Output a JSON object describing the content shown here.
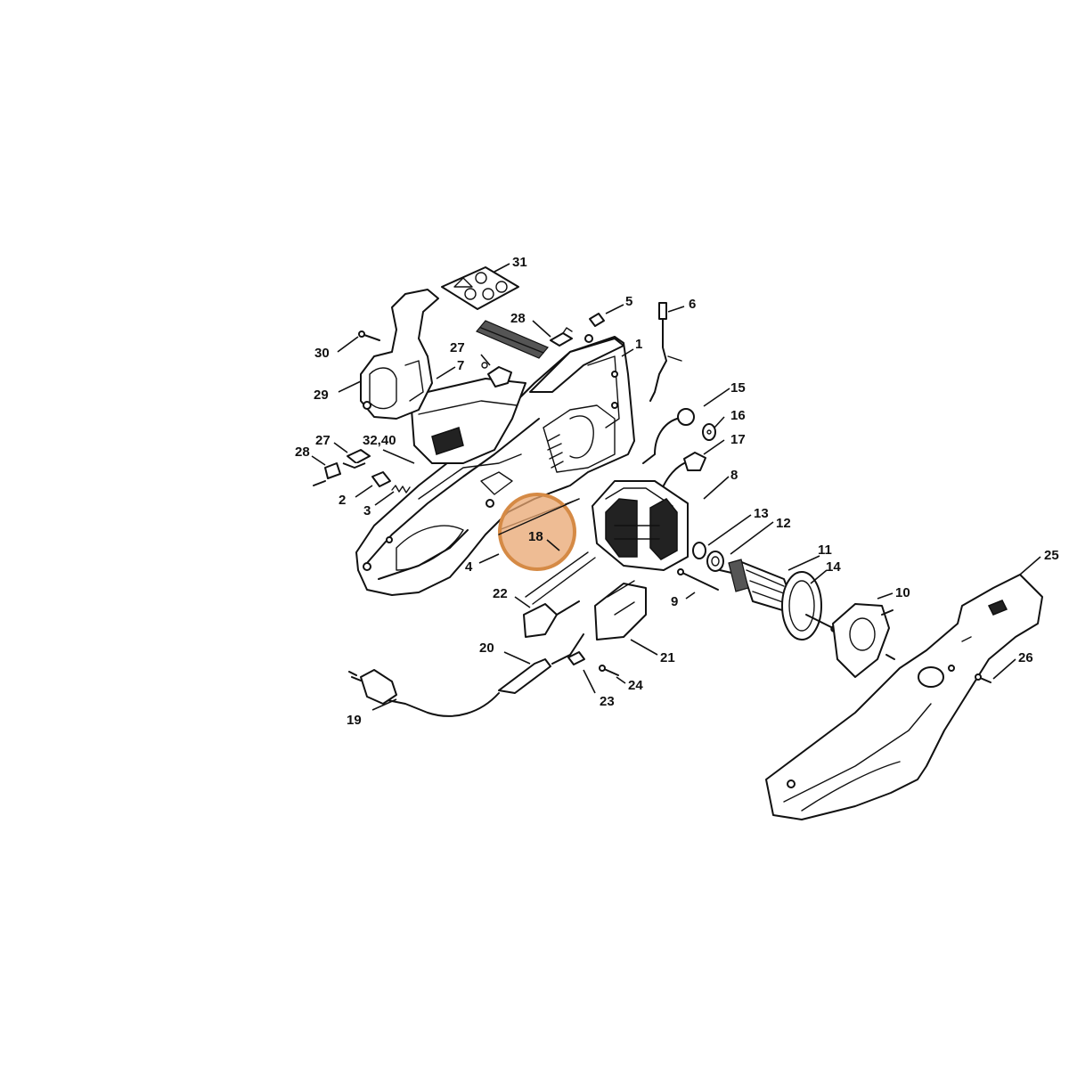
{
  "callouts": [
    {
      "id": "c1",
      "text": "1"
    },
    {
      "id": "c2",
      "text": "2"
    },
    {
      "id": "c3",
      "text": "3"
    },
    {
      "id": "c4",
      "text": "4"
    },
    {
      "id": "c5",
      "text": "5"
    },
    {
      "id": "c6",
      "text": "6"
    },
    {
      "id": "c7",
      "text": "7"
    },
    {
      "id": "c8",
      "text": "8"
    },
    {
      "id": "c9",
      "text": "9"
    },
    {
      "id": "c10",
      "text": "10"
    },
    {
      "id": "c11",
      "text": "11"
    },
    {
      "id": "c12",
      "text": "12"
    },
    {
      "id": "c13",
      "text": "13"
    },
    {
      "id": "c14",
      "text": "14"
    },
    {
      "id": "c15",
      "text": "15"
    },
    {
      "id": "c16",
      "text": "16"
    },
    {
      "id": "c17",
      "text": "17"
    },
    {
      "id": "c18",
      "text": "18"
    },
    {
      "id": "c19",
      "text": "19"
    },
    {
      "id": "c20",
      "text": "20"
    },
    {
      "id": "c21",
      "text": "21"
    },
    {
      "id": "c22",
      "text": "22"
    },
    {
      "id": "c23",
      "text": "23"
    },
    {
      "id": "c24",
      "text": "24"
    },
    {
      "id": "c25",
      "text": "25"
    },
    {
      "id": "c26",
      "text": "26"
    },
    {
      "id": "c27a",
      "text": "27"
    },
    {
      "id": "c27b",
      "text": "27"
    },
    {
      "id": "c28a",
      "text": "28"
    },
    {
      "id": "c28b",
      "text": "28"
    },
    {
      "id": "c29",
      "text": "29"
    },
    {
      "id": "c30",
      "text": "30"
    },
    {
      "id": "c31",
      "text": "31"
    },
    {
      "id": "c32",
      "text": "32,40"
    }
  ],
  "highlight": {
    "part": "18",
    "color": "#e0964f"
  }
}
